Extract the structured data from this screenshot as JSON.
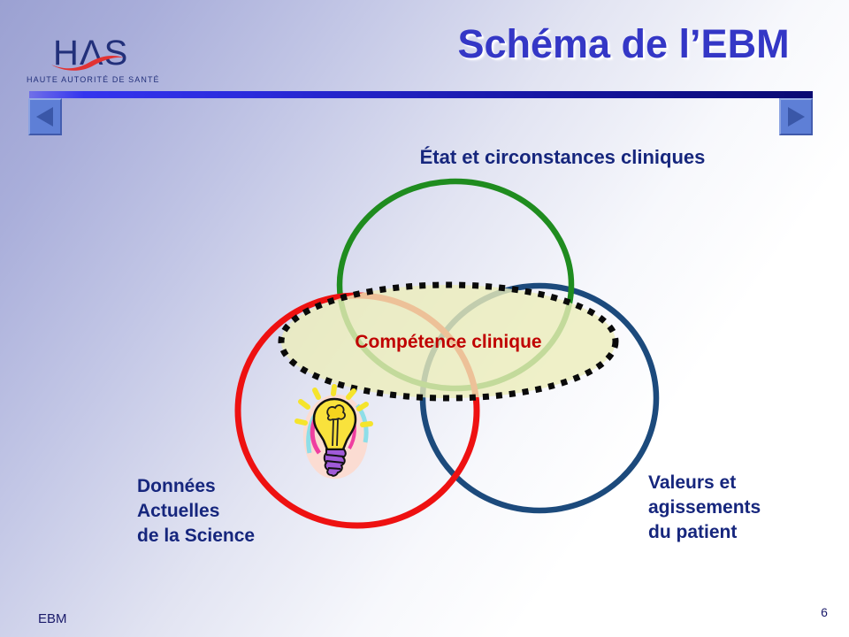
{
  "slide": {
    "title": "Schéma de l’EBM",
    "footer": "EBM",
    "page_number": "6"
  },
  "logo": {
    "acronym": "HΛS",
    "subtitle": "HAUTE AUTORITÉ DE SANTÉ"
  },
  "diagram": {
    "top_label": "État et circonstances cliniques",
    "center_label": "Compétence clinique",
    "left_label_lines": [
      "Données",
      "Actuelles",
      "de la Science"
    ],
    "right_label_lines": [
      "Valeurs et",
      "agissements",
      "du patient"
    ]
  },
  "colors": {
    "title_blue": "#3437c6",
    "label_navy": "#16267d",
    "center_label_red": "#c00000",
    "circle_green": "#1f8c1f",
    "circle_red": "#ee1111",
    "circle_navy": "#1c4a7c",
    "ellipse_fill": "#eef0c6",
    "bar_blue_left": "#3434ee",
    "bar_navy_right": "#0a0a72",
    "nav_button_blue": "#5e7fd6",
    "background_top_left": "#9ba1d2"
  }
}
